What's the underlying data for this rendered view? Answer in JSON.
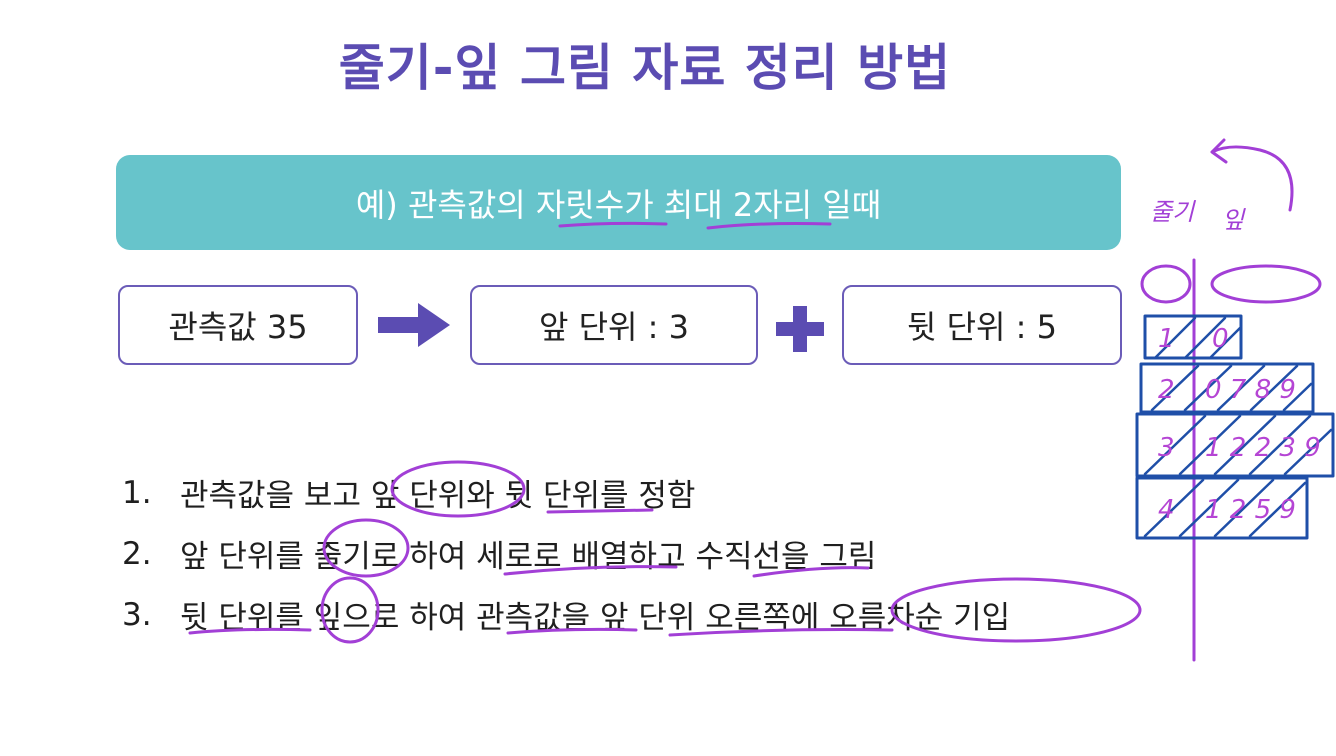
{
  "title": "줄기-잎 그림 자료 정리 방법",
  "banner": {
    "text": "예) 관측값의 자릿수가 최대 2자리 일때"
  },
  "flow": {
    "observation": "관측값 35",
    "front_unit": "앞 단위 : 3",
    "back_unit": "뒷 단위 : 5"
  },
  "steps": [
    {
      "num": "1.",
      "text": "관측값을 보고 앞 단위와 뒷 단위를 정함"
    },
    {
      "num": "2.",
      "text": "앞 단위를 줄기로 하여 세로로 배열하고 수직선을 그림"
    },
    {
      "num": "3.",
      "text": "뒷 단위를 잎으로 하여 관측값을 앞 단위 오른쪽에 오름차순 기입"
    }
  ],
  "annotations": {
    "stem_label": "줄기",
    "leaf_label": "잎",
    "rows": [
      {
        "stem": "1",
        "leaves": "0"
      },
      {
        "stem": "2",
        "leaves": "0 7 8 9"
      },
      {
        "stem": "3",
        "leaves": "1 2 2 3 9"
      },
      {
        "stem": "4",
        "leaves": "1 2 5 9"
      }
    ]
  },
  "colors": {
    "title": "#5b4cb2",
    "banner": "#67c4cb",
    "box_border": "#6b5cb8",
    "ink_violet": "#a23fd6",
    "ink_blue": "#1f4fa8"
  }
}
